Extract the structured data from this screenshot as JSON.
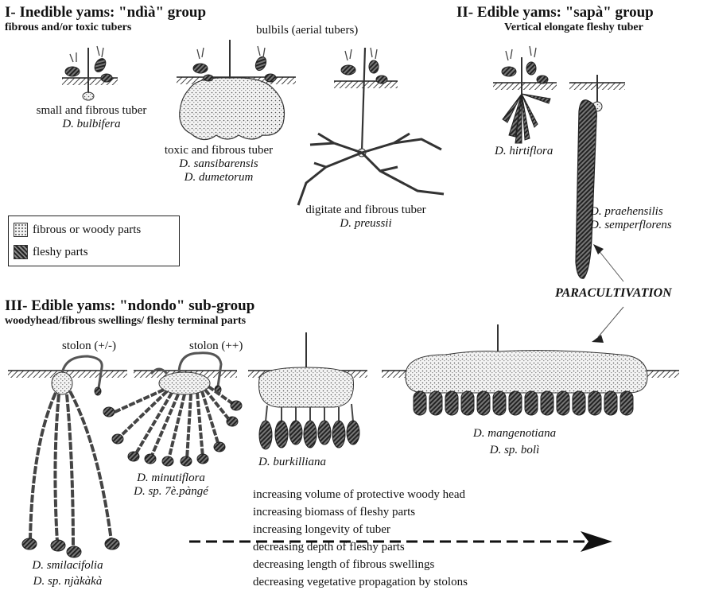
{
  "section1": {
    "title": "I-  Inedible yams: \"ndìà\" group",
    "subtitle": "fibrous and/or toxic tubers",
    "bulbils_label": "bulbils (aerial tubers)",
    "tuber1_desc": "small and fibrous tuber",
    "tuber1_species": "D. bulbifera",
    "tuber2_desc": "toxic and fibrous tuber",
    "tuber2_species_a": "D. sansibarensis",
    "tuber2_species_b": "D. dumetorum",
    "tuber3_desc": "digitate and fibrous tuber",
    "tuber3_species": "D. preussii"
  },
  "section2": {
    "title": "II-  Edible yams: \"sapà\" group",
    "subtitle": "Vertical elongate fleshy tuber",
    "species_a": "D. hirtiflora",
    "species_b": "D. praehensilis",
    "species_c": "D. semperflorens",
    "paracultivation": "PARACULTIVATION"
  },
  "legend": {
    "fibrous": "fibrous or woody parts",
    "fleshy": "fleshy parts"
  },
  "section3": {
    "title": "III-  Edible yams: \"ndondo\" sub-group",
    "subtitle": "woodyhead/fibrous swellings/ fleshy terminal parts",
    "stolon1": "stolon (+/-)",
    "stolon2": "stolon (++)",
    "sp1_a": "D. smilacifolia",
    "sp1_b": "D. sp. njàkàkà",
    "sp2_a": "D. minutiflora",
    "sp2_b": "D. sp. 7è.pàngé",
    "sp3": "D. burkilliana",
    "sp4_a": "D. mangenotiana",
    "sp4_b": "D. sp. bolì"
  },
  "trends": [
    "increasing volume of protective woody head",
    "increasing biomass of fleshy parts",
    "increasing longevity of tuber",
    "decreasing depth of fleshy parts",
    "decreasing length of fibrous swellings",
    "decreasing vegetative propagation by stolons"
  ]
}
